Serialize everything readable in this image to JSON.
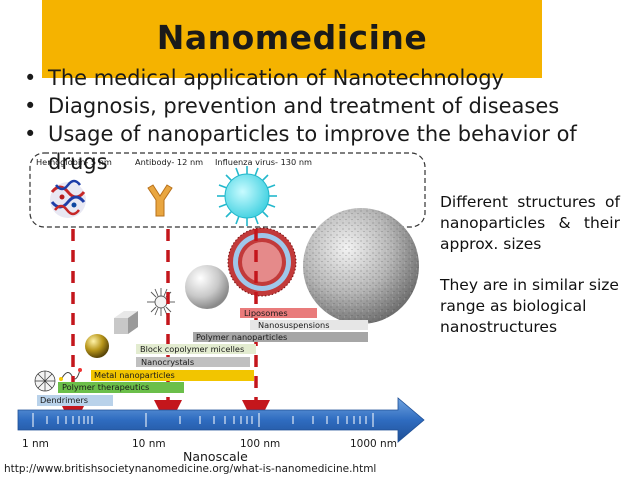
{
  "slide": {
    "title": "Nanomedicine",
    "bullets": [
      "The medical application of Nanotechnology",
      "Diagnosis, prevention and treatment of diseases",
      "Usage of nanoparticles to improve the behavior of drugs"
    ],
    "side_text_1": "Different structures of nanoparticles & their approx. sizes",
    "side_text_2": "They are in similar size range as biological nanostructures",
    "source_url": "http://www.britishsocietynanomedicine.org/what-is-nanomedicine.html"
  },
  "figure": {
    "bio_labels": {
      "hemoglobin": "Hemoglobin- 5 nm",
      "antibody": "Antibody- 12 nm",
      "virus": "Influenza virus- 130 nm"
    },
    "bars": [
      {
        "label": "Liposomes",
        "color": "#e97b7b"
      },
      {
        "label": "Nanosuspensions",
        "color": "#e6e6e6"
      },
      {
        "label": "Polymer nanoparticles",
        "color": "#a6a6a6"
      },
      {
        "label": "Block copolymer micelles",
        "color": "#e3ecd0"
      },
      {
        "label": "Nanocrystals",
        "color": "#c0c0c0"
      },
      {
        "label": "Metal nanoparticles",
        "color": "#f2c500"
      },
      {
        "label": "Polymer therapeutics",
        "color": "#6bbf4a"
      },
      {
        "label": "Dendrimers",
        "color": "#b9d2ea"
      }
    ],
    "axis": {
      "ticks": [
        "1 nm",
        "10 nm",
        "100 nm",
        "1000 nm"
      ],
      "title": "Nanoscale"
    }
  }
}
